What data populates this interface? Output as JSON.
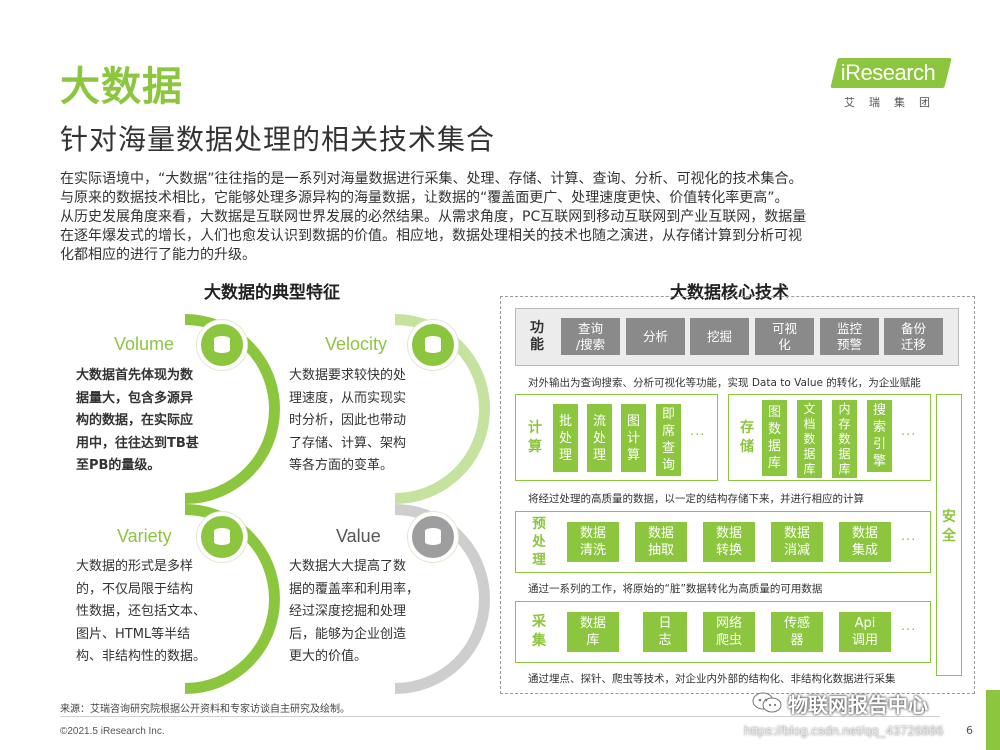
{
  "header": {
    "title": "大数据",
    "subtitle": "针对海量数据处理的相关技术集合",
    "logo_word": "iResearch",
    "logo_sub": "艾瑞集团"
  },
  "intro_lines": [
    "在实际语境中，“大数据”往往指的是一系列对海量数据进行采集、处理、存储、计算、查询、分析、可视化的技术集合。",
    "与原来的数据技术相比，它能够处理多源异构的海量数据，让数据的“覆盖面更广、处理速度更快、价值转化率更高”。",
    "从历史发展角度来看，大数据是互联网世界发展的必然结果。从需求角度，PC互联网到移动互联网到产业互联网，数据量",
    "在逐年爆发式的增长，人们也愈发认识到数据的价值。相应地，数据处理相关的技术也随之演进，从存储计算到分析可视",
    "化都相应的进行了能力的升级。"
  ],
  "features": {
    "title": "大数据的典型特征",
    "items": [
      {
        "name": "Volume",
        "lines": [
          "大数据首先体现为数",
          "据量大，包含多源异",
          "构的数据，在实际应",
          "用中，往往达到TB甚",
          "至PB的量级。"
        ]
      },
      {
        "name": "Velocity",
        "lines": [
          "大数据要求较快的处",
          "理速度，从而实现实",
          "时分析，因此也带动",
          "了存储、计算、架构",
          "等各方面的变革。"
        ]
      },
      {
        "name": "Variety",
        "lines": [
          "大数据的形式是多样",
          "的，不仅局限于结构",
          "性数据，还包括文本、",
          "图片、HTML等半结",
          "构、非结构性的数据。"
        ]
      },
      {
        "name": "Value",
        "lines": [
          "大数据大大提高了数",
          "据的覆盖率和利用率，",
          "经过深度挖掘和处理",
          "后，能够为企业创造",
          "更大的价值。"
        ]
      }
    ]
  },
  "tech": {
    "title": "大数据核心技术",
    "function": {
      "label": [
        "功",
        "能"
      ],
      "chips": [
        [
          "查询",
          "/搜索"
        ],
        [
          "分析"
        ],
        [
          "挖掘"
        ],
        [
          "可视",
          "化"
        ],
        [
          "监控",
          "预警"
        ],
        [
          "备份",
          "迁移"
        ]
      ],
      "caption": "对外输出为查询搜索、分析可视化等功能，实现 Data to Value 的转化，为企业赋能"
    },
    "compute": {
      "label": [
        "计",
        "算"
      ],
      "chips": [
        [
          "批",
          "处",
          "理"
        ],
        [
          "流",
          "处",
          "理"
        ],
        [
          "图",
          "计",
          "算"
        ],
        [
          "即",
          "席",
          "查",
          "询"
        ]
      ]
    },
    "storage": {
      "label": [
        "存",
        "储"
      ],
      "chips": [
        [
          "图",
          "数",
          "据",
          "库"
        ],
        [
          "文",
          "档",
          "数",
          "据",
          "库"
        ],
        [
          "内",
          "存",
          "数",
          "据",
          "库"
        ],
        [
          "搜",
          "索",
          "引",
          "擎"
        ]
      ]
    },
    "storage_caption": "将经过处理的高质量的数据，以一定的结构存储下来，并进行相应的计算",
    "preprocess": {
      "label": [
        "预",
        "处",
        "理"
      ],
      "chips": [
        [
          "数据",
          "清洗"
        ],
        [
          "数据",
          "抽取"
        ],
        [
          "数据",
          "转换"
        ],
        [
          "数据",
          "消减"
        ],
        [
          "数据",
          "集成"
        ]
      ],
      "caption": "通过一系列的工作，将原始的“脏”数据转化为高质量的可用数据"
    },
    "collect": {
      "label": [
        "采",
        "集"
      ],
      "chips": [
        [
          "数据",
          "库"
        ],
        [
          "日",
          "志"
        ],
        [
          "网络",
          "爬虫"
        ],
        [
          "传感",
          "器"
        ],
        [
          "Api",
          "调用"
        ]
      ],
      "caption": "通过埋点、探针、爬虫等技术，对企业内外部的结构化、非结构化数据进行采集"
    },
    "dots": "···",
    "safety": [
      "安",
      "全"
    ]
  },
  "footer": {
    "source": "来源：艾瑞咨询研究院根据公开资料和专家访谈自主研究及绘制。",
    "copyright": "©2021.5 iResearch Inc.",
    "page": "6",
    "watermark": "物联网报告中心",
    "watermark_url": "https://blog.csdn.net/qq_43726886"
  },
  "colors": {
    "green": "#8cc63f",
    "grey_chip": "#8a8a8a",
    "grey_icon": "#9e9e9e"
  }
}
